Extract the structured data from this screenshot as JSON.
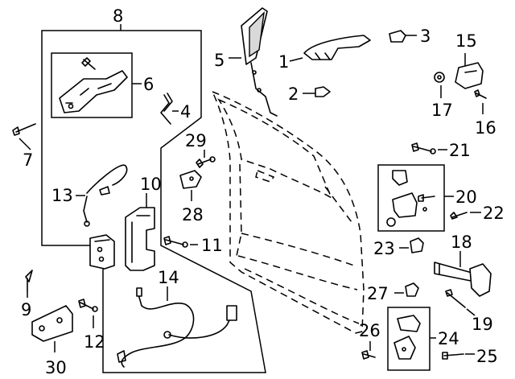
{
  "callouts": [
    {
      "id": "c1",
      "text": "1"
    },
    {
      "id": "c2",
      "text": "2"
    },
    {
      "id": "c3",
      "text": "3"
    },
    {
      "id": "c4",
      "text": "4"
    },
    {
      "id": "c5",
      "text": "5"
    },
    {
      "id": "c6",
      "text": "6"
    },
    {
      "id": "c7",
      "text": "7"
    },
    {
      "id": "c8",
      "text": "8"
    },
    {
      "id": "c9",
      "text": "9"
    },
    {
      "id": "c10",
      "text": "10"
    },
    {
      "id": "c11",
      "text": "11"
    },
    {
      "id": "c12",
      "text": "12"
    },
    {
      "id": "c13",
      "text": "13"
    },
    {
      "id": "c14",
      "text": "14"
    },
    {
      "id": "c15",
      "text": "15"
    },
    {
      "id": "c16",
      "text": "16"
    },
    {
      "id": "c17",
      "text": "17"
    },
    {
      "id": "c18",
      "text": "18"
    },
    {
      "id": "c19",
      "text": "19"
    },
    {
      "id": "c20",
      "text": "20"
    },
    {
      "id": "c21",
      "text": "21"
    },
    {
      "id": "c22",
      "text": "22"
    },
    {
      "id": "c23",
      "text": "23"
    },
    {
      "id": "c24",
      "text": "24"
    },
    {
      "id": "c25",
      "text": "25"
    },
    {
      "id": "c26",
      "text": "26"
    },
    {
      "id": "c27",
      "text": "27"
    },
    {
      "id": "c28",
      "text": "28"
    },
    {
      "id": "c29",
      "text": "29"
    },
    {
      "id": "c30",
      "text": "30"
    }
  ]
}
